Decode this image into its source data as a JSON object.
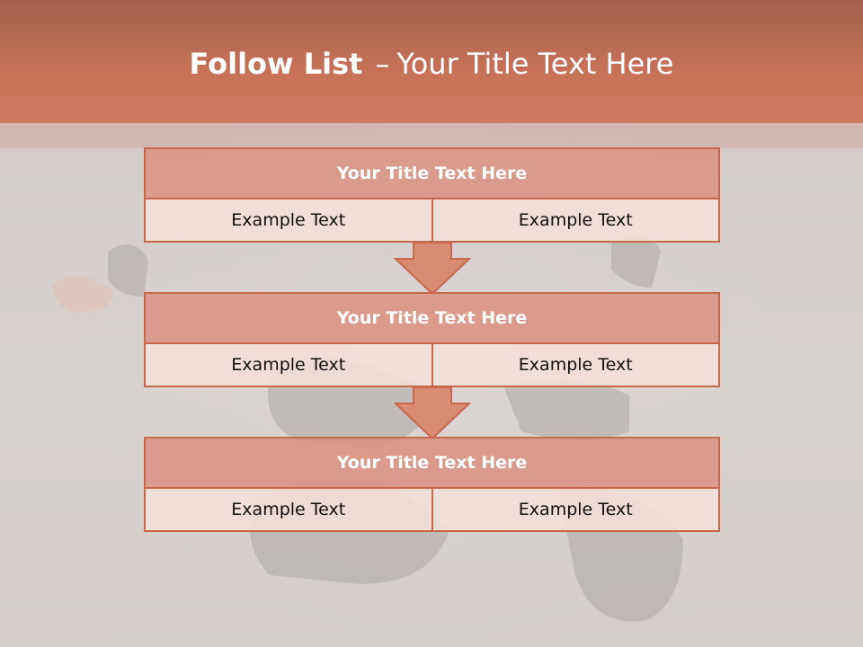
{
  "slide": {
    "title_bold": "Follow List",
    "title_dash": "–",
    "title_rest": "Your Title Text Here"
  },
  "steps": [
    {
      "title": "Your Title Text Here",
      "left": "Example Text",
      "right": "Example Text"
    },
    {
      "title": "Your Title Text Here",
      "left": "Example Text",
      "right": "Example Text"
    },
    {
      "title": "Your Title Text Here",
      "left": "Example Text",
      "right": "Example Text"
    }
  ],
  "colors": {
    "accent": "#c8674c",
    "header": "#c87258"
  }
}
